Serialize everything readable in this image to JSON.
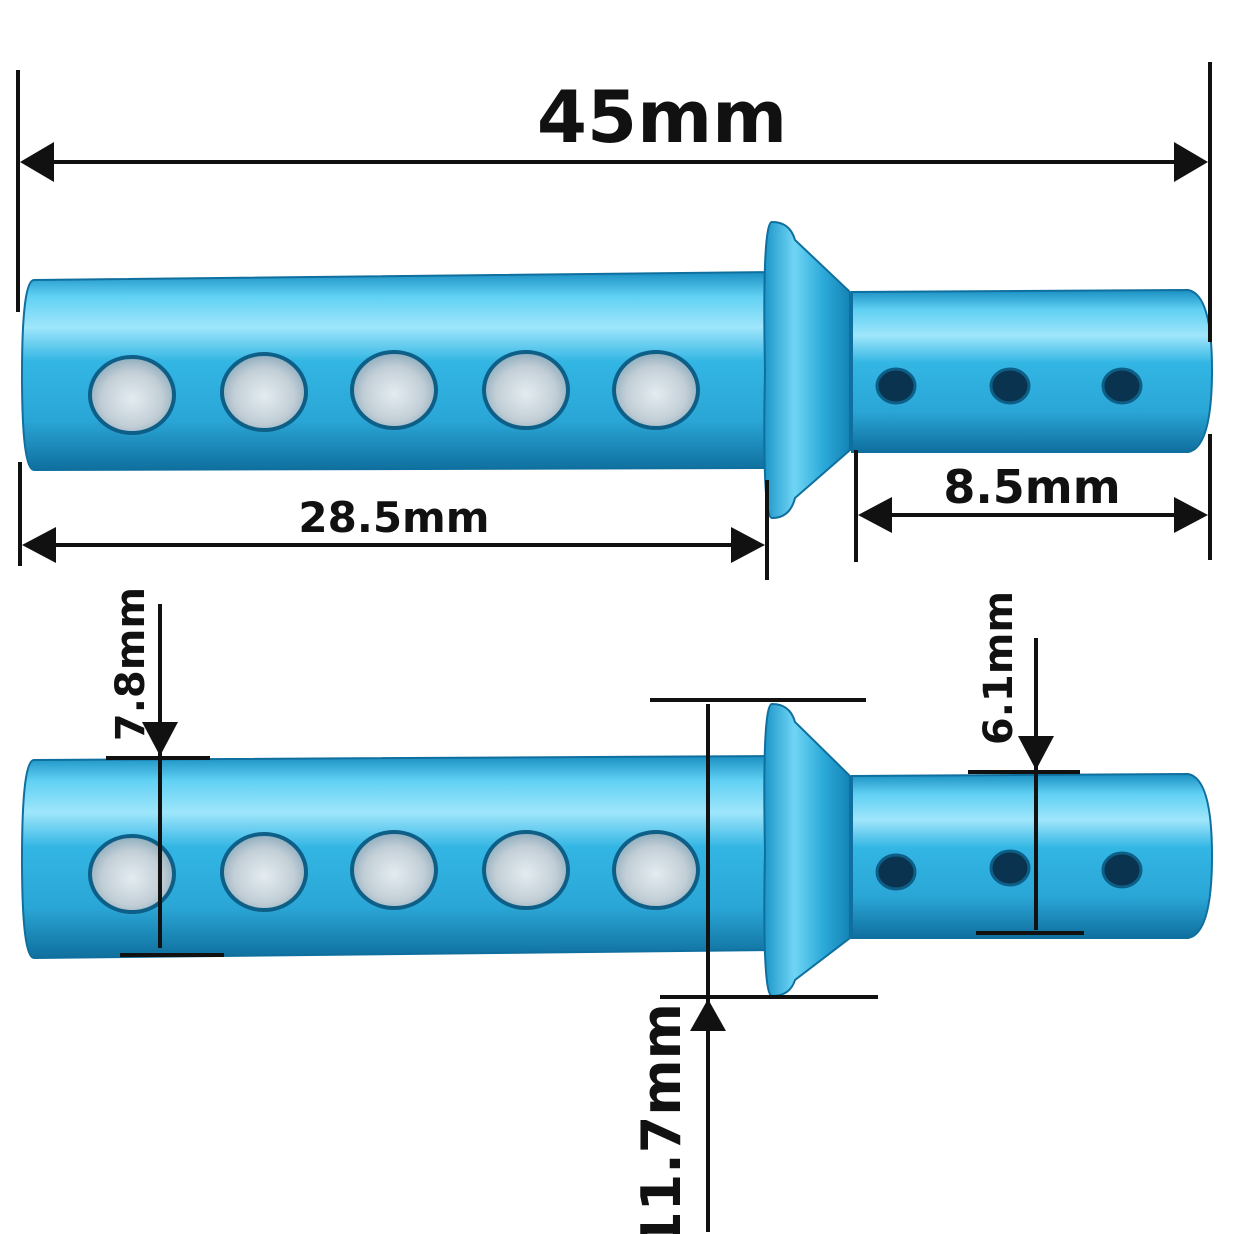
{
  "colors": {
    "background": "#ffffff",
    "part_main": "#2fb2e2",
    "part_dark": "#0f79ab",
    "part_light": "#9fe6fb",
    "hole_inner": "#c9d3da",
    "hole_small": "#0a3350",
    "dimension_line": "#111111"
  },
  "dimensions": {
    "overall_length": "45mm",
    "long_shaft_length": "28.5mm",
    "short_shaft_length": "8.5mm",
    "long_shaft_diameter": "7.8mm",
    "short_shaft_diameter": "6.1mm",
    "flange_diameter": "11.7mm"
  },
  "parts": [
    {
      "view": "top",
      "large_holes": 5,
      "small_holes": 3
    },
    {
      "view": "bottom",
      "large_holes": 5,
      "small_holes": 3
    }
  ]
}
